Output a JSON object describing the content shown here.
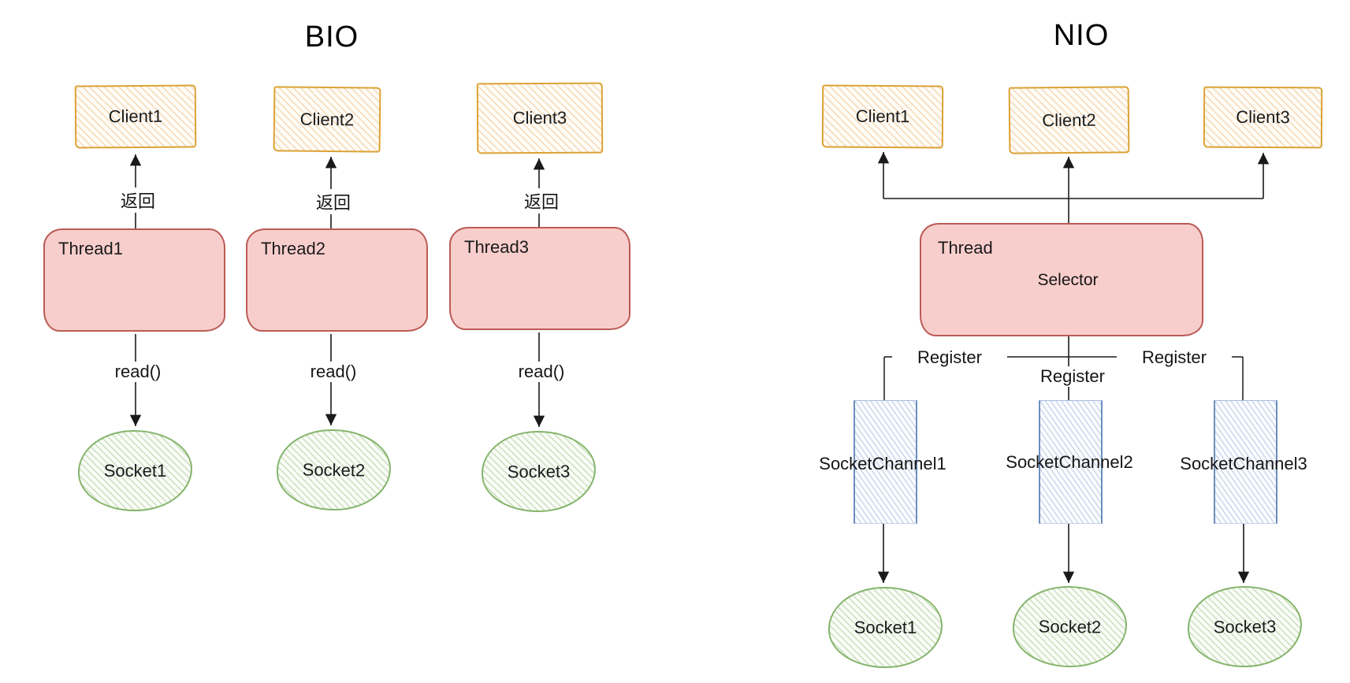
{
  "bio": {
    "title": "BIO",
    "columns": [
      {
        "client": "Client1",
        "return_label": "返回",
        "thread": "Thread1",
        "read_label": "read()",
        "socket": "Socket1"
      },
      {
        "client": "Client2",
        "return_label": "返回",
        "thread": "Thread2",
        "read_label": "read()",
        "socket": "Socket2"
      },
      {
        "client": "Client3",
        "return_label": "返回",
        "thread": "Thread3",
        "read_label": "read()",
        "socket": "Socket3"
      }
    ]
  },
  "nio": {
    "title": "NIO",
    "clients": [
      "Client1",
      "Client2",
      "Client3"
    ],
    "thread_label": "Thread",
    "selector_label": "Selector",
    "registers": {
      "left": "Register",
      "center": "Register",
      "right": "Register"
    },
    "channels": [
      "SocketChannel1",
      "SocketChannel2",
      "SocketChannel3"
    ],
    "sockets": [
      "Socket1",
      "Socket2",
      "Socket3"
    ]
  },
  "colors": {
    "client_border": "#d79b00",
    "client_hatch": "#f3d4ae",
    "thread_fill": "#f8cecc",
    "thread_border": "#b85450",
    "socket_border": "#82b366",
    "socket_hatch": "#bcd9ad",
    "channel_border": "#6c8ebf",
    "channel_hatch": "#c7d7ee",
    "selector_fill": "#dbe9fd",
    "selector_border": "#8ea2d3",
    "line": "#1a1a1a"
  }
}
